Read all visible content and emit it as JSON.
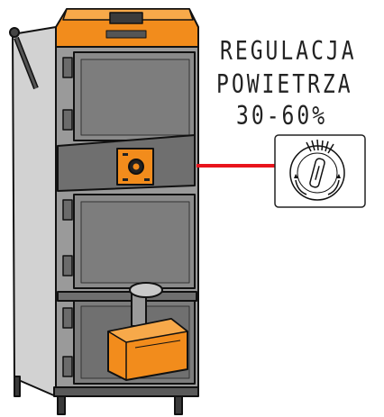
{
  "label": {
    "line1": "REGULACJA",
    "line2": "POWIETRZA",
    "line3": "30-60%"
  },
  "colors": {
    "boiler_body": "#8c8c8c",
    "boiler_dark": "#5f5f5f",
    "accent_orange": "#f28c1c",
    "leader_line": "#e8141c"
  },
  "icons": {
    "boiler": "pellet-boiler-drawing",
    "knob": "air-regulation-knob-icon"
  }
}
